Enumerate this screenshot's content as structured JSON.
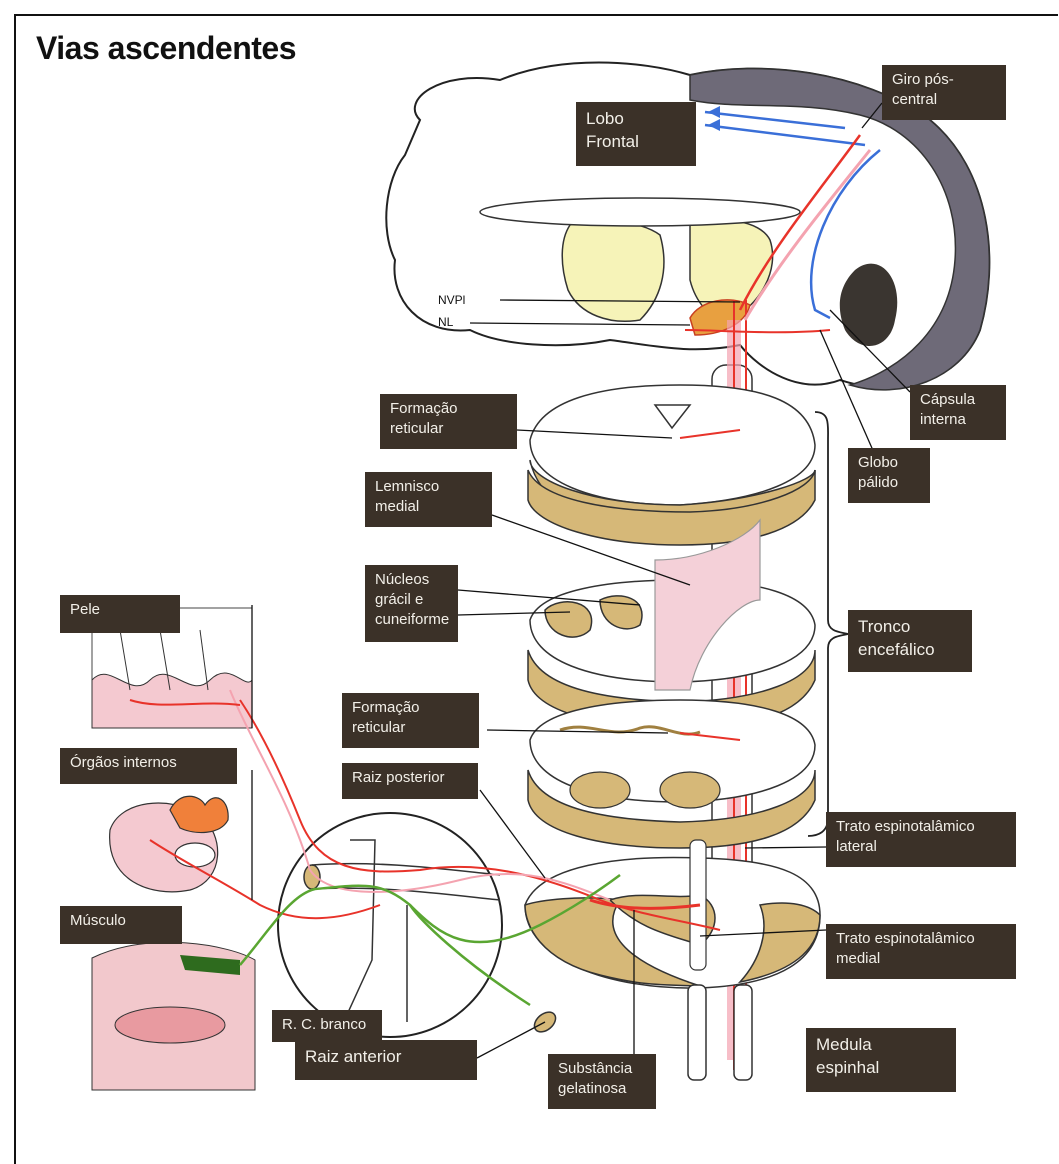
{
  "title": "Vias ascendentes",
  "labels": {
    "giro_pos_central": "Giro pós-\ncentral",
    "lobo_frontal": "Lobo\nFrontal",
    "nvpl": "NVPl",
    "nl": "NL",
    "formacao_reticular_1": "Formação\nreticular",
    "capsula_interna": "Cápsula\ninterna",
    "globo_palido": "Globo\npálido",
    "lemnisco_medial": "Lemnisco\nmedial",
    "nucleos": "Núcleos\ngrácil e\ncuneiforme",
    "pele": "Pele",
    "tronco_encefalico": "Tronco\nencefálico",
    "formacao_reticular_2": "Formação\nreticular",
    "orgaos_internos": "Órgãos internos",
    "raiz_posterior": "Raiz posterior",
    "trato_lateral": "Trato espinotalâmico\nlateral",
    "musculo": "Músculo",
    "trato_medial": "Trato espinotalâmico\nmedial",
    "rc_branco": "R. C. branco",
    "raiz_anterior": "Raiz anterior",
    "substancia_gelatinosa": "Substância\ngelatinosa",
    "medula_espinhal": "Medula\nespinhal"
  },
  "colors": {
    "label_bg": "#3b3128",
    "tan": "#d6b878",
    "pathway_red": "#e8332a",
    "pathway_pink": "#f4a3b0",
    "pathway_blue": "#3a6fd8",
    "pathway_green": "#5aa632",
    "thalamus_yellow": "#f6f3b8",
    "cortex_gray": "#6e6a78"
  }
}
